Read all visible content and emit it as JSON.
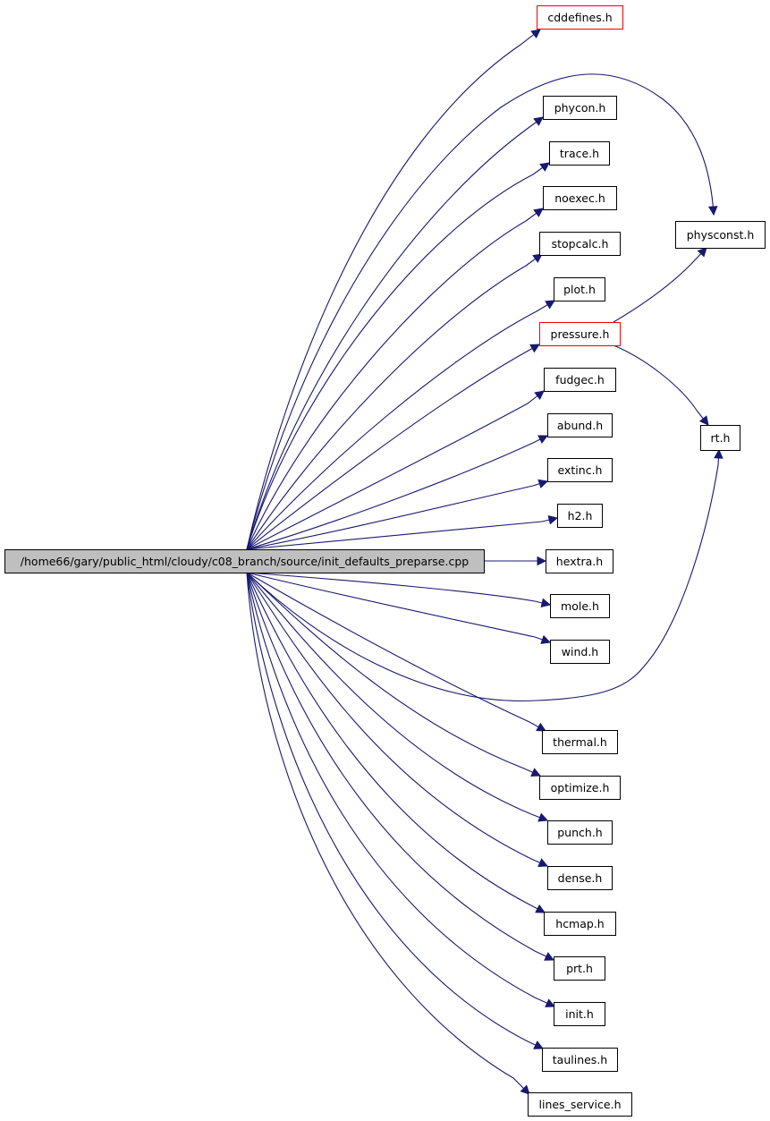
{
  "graph": {
    "root": "/home66/gary/public_html/cloudy/c08_branch/source/init_defaults_preparse.cpp",
    "nodes": [
      {
        "id": "cddefines",
        "label": "cddefines.h",
        "status": "warning"
      },
      {
        "id": "phycon",
        "label": "phycon.h",
        "status": "normal"
      },
      {
        "id": "trace",
        "label": "trace.h",
        "status": "normal"
      },
      {
        "id": "noexec",
        "label": "noexec.h",
        "status": "normal"
      },
      {
        "id": "stopcalc",
        "label": "stopcalc.h",
        "status": "normal"
      },
      {
        "id": "plot",
        "label": "plot.h",
        "status": "normal"
      },
      {
        "id": "pressure",
        "label": "pressure.h",
        "status": "warning"
      },
      {
        "id": "fudgec",
        "label": "fudgec.h",
        "status": "normal"
      },
      {
        "id": "abund",
        "label": "abund.h",
        "status": "normal"
      },
      {
        "id": "extinc",
        "label": "extinc.h",
        "status": "normal"
      },
      {
        "id": "h2",
        "label": "h2.h",
        "status": "normal"
      },
      {
        "id": "hextra",
        "label": "hextra.h",
        "status": "normal"
      },
      {
        "id": "mole",
        "label": "mole.h",
        "status": "normal"
      },
      {
        "id": "wind",
        "label": "wind.h",
        "status": "normal"
      },
      {
        "id": "thermal",
        "label": "thermal.h",
        "status": "normal"
      },
      {
        "id": "optimize",
        "label": "optimize.h",
        "status": "normal"
      },
      {
        "id": "punch",
        "label": "punch.h",
        "status": "normal"
      },
      {
        "id": "dense",
        "label": "dense.h",
        "status": "normal"
      },
      {
        "id": "hcmap",
        "label": "hcmap.h",
        "status": "normal"
      },
      {
        "id": "prt",
        "label": "prt.h",
        "status": "normal"
      },
      {
        "id": "init",
        "label": "init.h",
        "status": "normal"
      },
      {
        "id": "taulines",
        "label": "taulines.h",
        "status": "normal"
      },
      {
        "id": "lines_service",
        "label": "lines_service.h",
        "status": "normal"
      },
      {
        "id": "physconst",
        "label": "physconst.h",
        "status": "normal"
      },
      {
        "id": "rt",
        "label": "rt.h",
        "status": "normal"
      }
    ],
    "edges": [
      {
        "from": "root",
        "to": "cddefines"
      },
      {
        "from": "root",
        "to": "physconst"
      },
      {
        "from": "root",
        "to": "phycon"
      },
      {
        "from": "root",
        "to": "trace"
      },
      {
        "from": "root",
        "to": "noexec"
      },
      {
        "from": "root",
        "to": "stopcalc"
      },
      {
        "from": "root",
        "to": "plot"
      },
      {
        "from": "root",
        "to": "pressure"
      },
      {
        "from": "root",
        "to": "fudgec"
      },
      {
        "from": "root",
        "to": "abund"
      },
      {
        "from": "root",
        "to": "extinc"
      },
      {
        "from": "root",
        "to": "h2"
      },
      {
        "from": "root",
        "to": "hextra"
      },
      {
        "from": "root",
        "to": "mole"
      },
      {
        "from": "root",
        "to": "wind"
      },
      {
        "from": "root",
        "to": "rt"
      },
      {
        "from": "root",
        "to": "thermal"
      },
      {
        "from": "root",
        "to": "optimize"
      },
      {
        "from": "root",
        "to": "punch"
      },
      {
        "from": "root",
        "to": "dense"
      },
      {
        "from": "root",
        "to": "hcmap"
      },
      {
        "from": "root",
        "to": "prt"
      },
      {
        "from": "root",
        "to": "init"
      },
      {
        "from": "root",
        "to": "taulines"
      },
      {
        "from": "root",
        "to": "lines_service"
      },
      {
        "from": "pressure",
        "to": "physconst"
      },
      {
        "from": "pressure",
        "to": "rt"
      }
    ]
  },
  "colors": {
    "edge": "#191970",
    "node_border": "#000000",
    "warning_border": "#ff0000",
    "root_fill": "#bfbfbf"
  }
}
